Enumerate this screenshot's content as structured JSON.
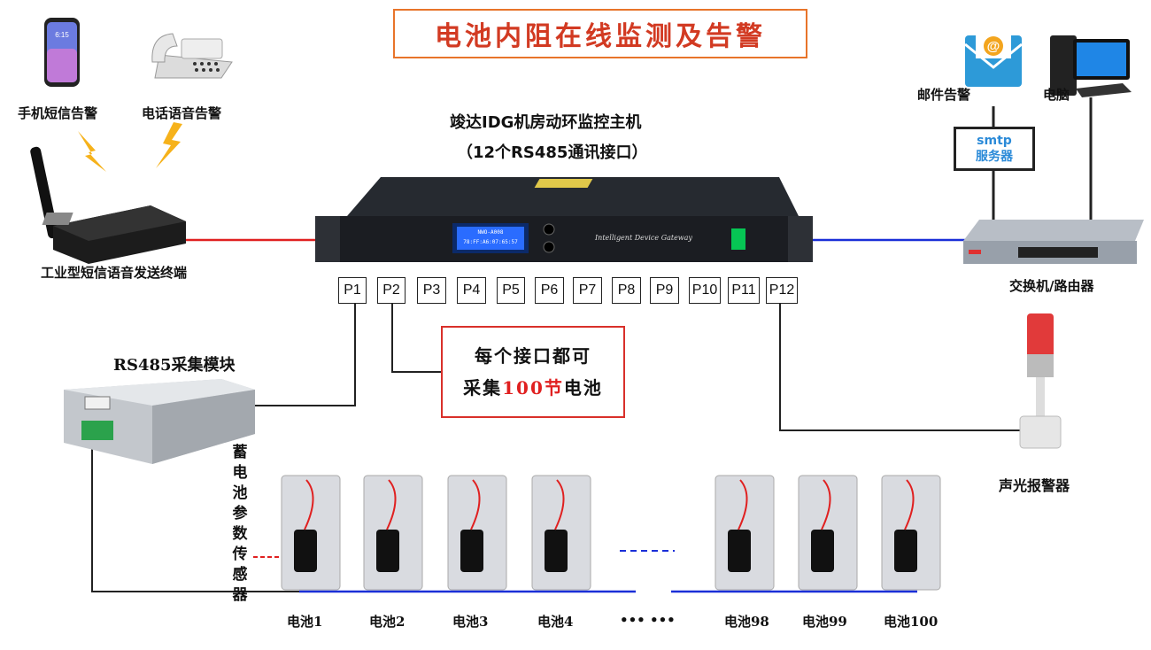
{
  "title": "电池内阻在线监测及告警",
  "host": {
    "name": "竣达IDG机房动环监控主机",
    "subtitle": "（12个RS485通讯接口）",
    "lcd_line1": "NWO-A008",
    "lcd_line2": "78:FF:A6:07:65:57",
    "brand": "Intelligent Device Gateway"
  },
  "ports": [
    "P1",
    "P2",
    "P3",
    "P4",
    "P5",
    "P6",
    "P7",
    "P8",
    "P9",
    "P10",
    "P11",
    "P12"
  ],
  "note": {
    "line1": "每个接口都可",
    "line2_pre": "采集",
    "line2_num": "100节",
    "line2_post": "电池"
  },
  "left_devices": {
    "sms_alarm": "手机短信告警",
    "voice_alarm": "电话语音告警",
    "terminal": "工业型短信语音发送终端"
  },
  "right_devices": {
    "email_alarm": "邮件告警",
    "computer": "电脑",
    "smtp_line1": "smtp",
    "smtp_line2": "服务器",
    "switch": "交换机/路由器",
    "beacon": "声光报警器"
  },
  "module": "RS485采集模块",
  "sensor_label": [
    "蓄",
    "电",
    "池",
    "参",
    "数",
    "传",
    "感",
    "器"
  ],
  "batteries": [
    "电池1",
    "电池2",
    "电池3",
    "电池4",
    "•••  •••",
    "电池98",
    "电池99",
    "电池100"
  ],
  "colors": {
    "title": "#d23a22",
    "accent_red": "#e02020",
    "link_blue": "#1a2fd8",
    "smtp_text": "#2a8ad8"
  }
}
